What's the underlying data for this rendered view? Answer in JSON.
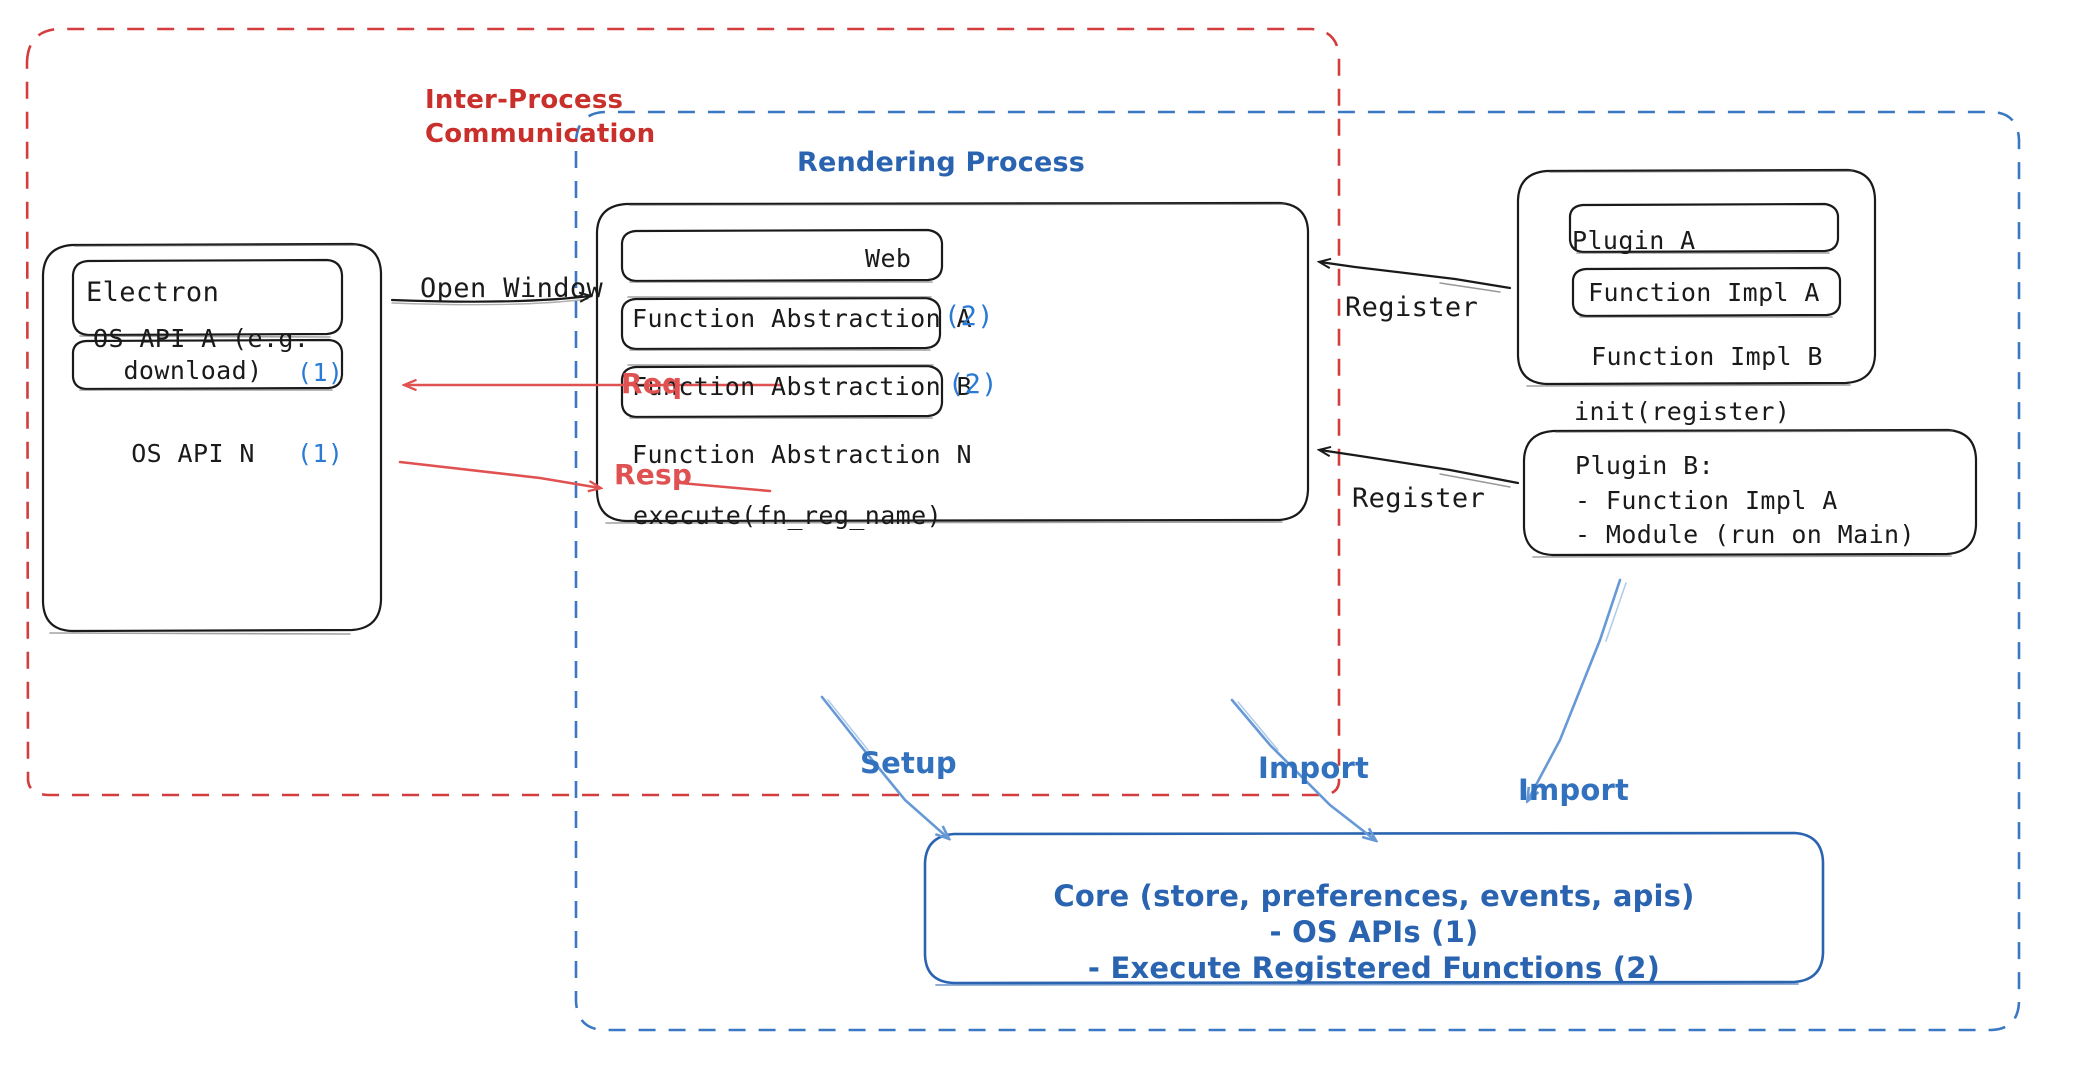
{
  "diagram": {
    "title_hidden": "",
    "regions": [
      {
        "id": "ipc",
        "label": "Inter-Process\nCommunication",
        "color": "#c9302c",
        "style": "dashed"
      },
      {
        "id": "rendering",
        "label": "Rendering Process",
        "color": "#2a64b0",
        "style": "dashed"
      }
    ],
    "electron": {
      "title": "Electron",
      "items": [
        {
          "text": "OS API A (e.g.\ndownload)",
          "badge": "(1)"
        },
        {
          "text": "OS API N",
          "badge": "(1)"
        }
      ]
    },
    "web": {
      "title": "Web",
      "items": [
        {
          "text": "Function Abstraction A",
          "badge": "(2)"
        },
        {
          "text": "Function Abstraction B",
          "badge": "(2)"
        },
        {
          "text": "Function Abstraction N",
          "badge": ""
        }
      ],
      "footer": "execute(fn_reg_name)"
    },
    "plugin_a": {
      "title": "Plugin A",
      "items": [
        {
          "text": "Function Impl A"
        },
        {
          "text": "Function Impl B"
        }
      ],
      "footer": "init(register)"
    },
    "plugin_b": {
      "lines": [
        "Plugin B:",
        "- Function Impl A",
        "- Module (run on Main)"
      ]
    },
    "core": {
      "lines": [
        "Core (store, preferences, events, apis)",
        "- OS APIs (1)",
        "- Execute Registered Functions (2)"
      ],
      "color": "#2a64b0"
    },
    "edges": [
      {
        "id": "open-window",
        "label": "Open Window",
        "color": "#1a1a1a"
      },
      {
        "id": "req",
        "label": "Req",
        "color": "#e05252"
      },
      {
        "id": "resp",
        "label": "Resp",
        "color": "#e05252"
      },
      {
        "id": "register-a",
        "label": "Register",
        "color": "#1a1a1a"
      },
      {
        "id": "register-b",
        "label": "Register",
        "color": "#1a1a1a"
      },
      {
        "id": "setup",
        "label": "Setup",
        "color": "#3271bd"
      },
      {
        "id": "import-web",
        "label": "Import",
        "color": "#3271bd"
      },
      {
        "id": "import-pb",
        "label": "Import",
        "color": "#3271bd"
      }
    ]
  }
}
